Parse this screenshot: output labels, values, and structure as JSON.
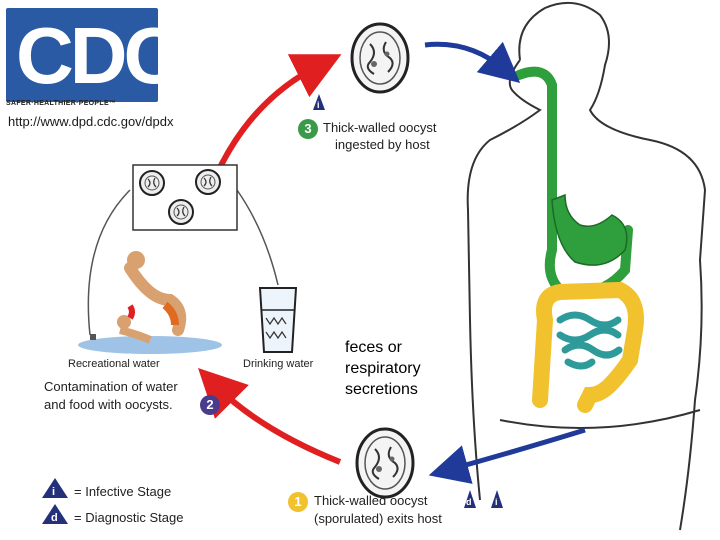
{
  "logo": {
    "letters": "CDC",
    "tagline": "SAFER·HEALTHIER·PEOPLE™",
    "url": "http://www.dpd.cdc.gov/dpdx"
  },
  "steps": [
    {
      "number": "1",
      "line1": "Thick-walled oocyst",
      "line2": "(sporulated) exits host",
      "badge_color": "#f2c12e"
    },
    {
      "number": "2",
      "line1": "Contamination of water",
      "line2": "and food with oocysts.",
      "badge_color": "#4a3b8c"
    },
    {
      "number": "3",
      "line1": "Thick-walled oocyst",
      "line2": "ingested by host",
      "badge_color": "#3b9a4a"
    }
  ],
  "labels": {
    "recreational": "Recreational water",
    "drinking": "Drinking water",
    "exit_route": "feces or respiratory secretions",
    "exit_route_lines": [
      "feces or",
      "respiratory",
      "secretions"
    ]
  },
  "legend": [
    {
      "symbol": "i",
      "text": "= Infective Stage"
    },
    {
      "symbol": "d",
      "text": "= Diagnostic Stage"
    }
  ],
  "colors": {
    "cdc_blue": "#2a5aa4",
    "arrow_red": "#e02020",
    "arrow_blue": "#1f3a99",
    "icon_navy": "#24307a",
    "stomach_green": "#2f9e3c",
    "colon_yellow": "#f2c12e",
    "small_intestine_teal": "#2e9a9a"
  }
}
